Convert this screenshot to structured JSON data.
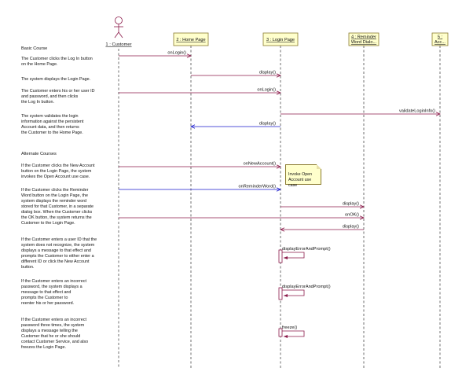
{
  "actors": [
    {
      "name": "1 : Customer",
      "kind": "stick"
    },
    {
      "name": "2 : Home Page",
      "kind": "box"
    },
    {
      "name": "3 : Login Page",
      "kind": "box"
    },
    {
      "name": "4 : Reminder Word Dialo...",
      "kind": "box"
    },
    {
      "name": "5 : Acc...",
      "kind": "box"
    }
  ],
  "sections": {
    "basic": "Basic Course",
    "alternate": "Alternate Courses"
  },
  "descriptions": [
    "The Customer clicks the Log In button\non the Home Page.",
    "The system displays the Login Page.",
    "The Customer enters his or her user ID\nand password, and then clicks\nthe Log In button.",
    "The system validates the login\ninformation against the persistent\nAccount data, and then returns\nthe Customer to the Home Page.",
    "If the Customer clicks the New Account\nbutton on the Login Page, the system\ninvokes the Open Account use case.",
    "If the Customer clicks the Reminder\nWord button on the Login Page, the\nsystem displays the reminder word\nstored for that Customer, in a separate\ndialog box. When the Customer clicks\nthe OK button, the system returns the\nCustomer to the Login Page.",
    "If the Customer enters a user ID that the\nsystem does not recognize, the system\ndisplays a message to that effect and\nprompts the Customer to either enter a\ndifferent ID or click the New Account\nbutton.",
    "If the Customer enters an incorrect\npassword, the system displays a\nmessage to that effect and\nprompts the Customer to\nreenter his or her password.",
    "If the Customer enters an incorrect\npassword three times, the system\ndisplays a message telling the\nCustomer that he or she should\ncontact Customer Service, and also\nfreezes the Login Page."
  ],
  "messages": [
    {
      "label": "onLogin()",
      "from": 0,
      "to": 1,
      "color": "#8b1a4a"
    },
    {
      "label": "display()",
      "from": 1,
      "to": 2,
      "color": "#8b1a4a"
    },
    {
      "label": "onLogin()",
      "from": 0,
      "to": 2,
      "color": "#8b1a4a"
    },
    {
      "label": "validateLoginInfo()",
      "from": 2,
      "to": 4,
      "color": "#8b1a4a"
    },
    {
      "label": "display()",
      "from": 2,
      "to": 1,
      "color": "#1a1acc"
    },
    {
      "label": "onNewAccount()",
      "from": 0,
      "to": 2,
      "color": "#8b1a4a"
    },
    {
      "label": "onReminderWord()",
      "from": 0,
      "to": 2,
      "color": "#1a1acc"
    },
    {
      "label": "display()",
      "from": 2,
      "to": 3,
      "color": "#8b1a4a"
    },
    {
      "label": "onOK()",
      "from": 0,
      "to": 3,
      "color": "#8b1a4a"
    },
    {
      "label": "display()",
      "from": 3,
      "to": 2,
      "color": "#8b1a4a"
    },
    {
      "label": "displayErrorAndPrompt()",
      "from": 2,
      "to": 2,
      "color": "#8b1a4a"
    },
    {
      "label": "displayErrorAndPrompt()",
      "from": 2,
      "to": 2,
      "color": "#8b1a4a"
    },
    {
      "label": "freeze()",
      "from": 2,
      "to": 2,
      "color": "#8b1a4a"
    }
  ],
  "note": {
    "text": "Invoke Open\nAccount use\ncase"
  },
  "colors": {
    "message": "#8b1a4a",
    "reply": "#1a1acc",
    "box_fill": "#ffffcc",
    "box_border": "#8a7a30"
  }
}
